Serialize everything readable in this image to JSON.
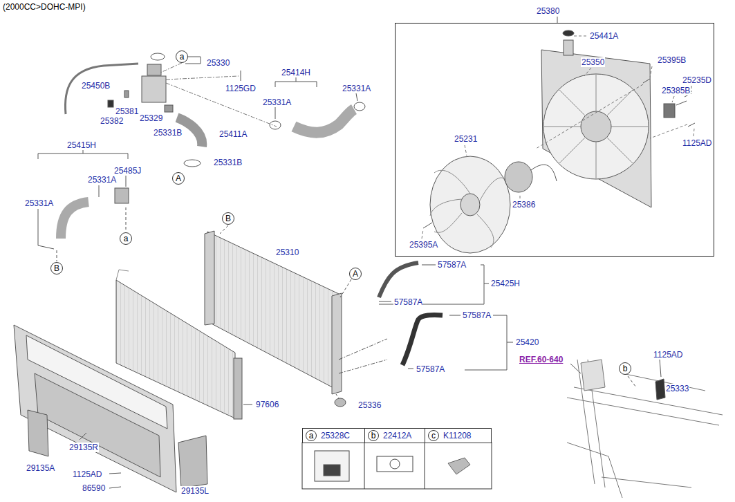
{
  "diagram": {
    "title": "(2000CC>DOHC-MPI)",
    "nodes": [
      {
        "text": [
          "25380"
        ]
      },
      {
        "text": [
          "a"
        ]
      },
      {
        "text": [
          "B"
        ]
      },
      {
        "text": [
          "A"
        ]
      },
      {
        "text": [
          "A"
        ]
      },
      {
        "text": [
          "a"
        ]
      },
      {
        "text": [
          "B"
        ]
      },
      {
        "text": [
          "b"
        ]
      },
      {
        "text": [
          "25328C"
        ]
      },
      {
        "text": [
          "a"
        ],
        "in": 8
      },
      {
        "text": [
          "22412A"
        ]
      },
      {
        "text": [
          "b"
        ],
        "in": 10
      },
      {
        "text": [
          "K11208"
        ]
      },
      {
        "text": [
          "c"
        ],
        "in": 12
      }
    ],
    "labels": [
      "25441A",
      "25350",
      "25395B",
      "25235D",
      "25385B",
      "1125AD",
      "25231",
      "25386",
      "25395A",
      "25330",
      "1125GD",
      "25450B",
      "25381",
      "25382",
      "25329",
      "25331B",
      "25411A",
      "25331B",
      "25414H",
      "25331A",
      "25331A",
      "25415H",
      "25331A",
      "25485J",
      "25331A",
      "25310",
      "57587A",
      "25425H",
      "57587A",
      "57587A",
      "25420",
      "57587A",
      "25336",
      "97606",
      "29135R",
      "29135A",
      "1125AD",
      "86590",
      "29135L",
      "REF.60-640",
      "1125AD",
      "25333"
    ]
  }
}
